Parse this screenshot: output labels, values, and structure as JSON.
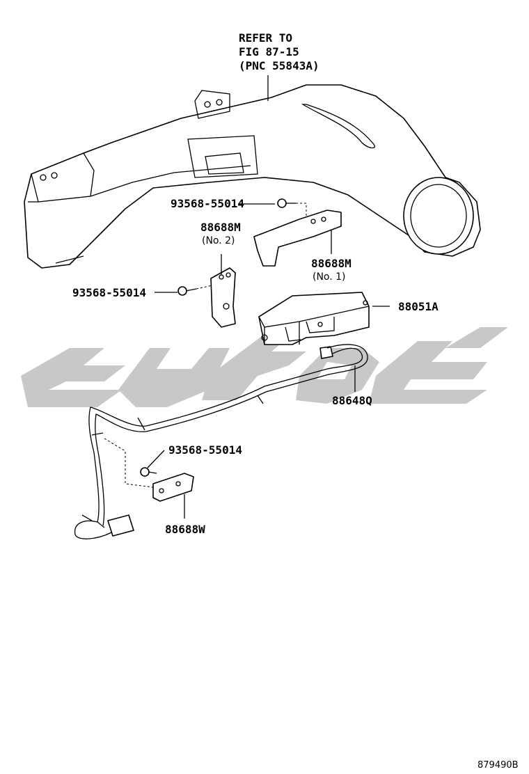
{
  "refer": {
    "line1": "REFER TO",
    "line2": "FIG 87-15",
    "line3": "(PNC 55843A)"
  },
  "callouts": {
    "bolt_top": "93568-55014",
    "bolt_left": "93568-55014",
    "bolt_lower": "93568-55014",
    "bracket_no2": "88688M",
    "bracket_no2_sub": "(No. 2)",
    "bracket_no1": "88688M",
    "bracket_no1_sub": "(No. 1)",
    "module": "88051A",
    "harness": "88648Q",
    "bracket_w": "88688W"
  },
  "figure_ref": "879490B",
  "colors": {
    "line": "#000000",
    "watermark": "#c8c8c8"
  }
}
